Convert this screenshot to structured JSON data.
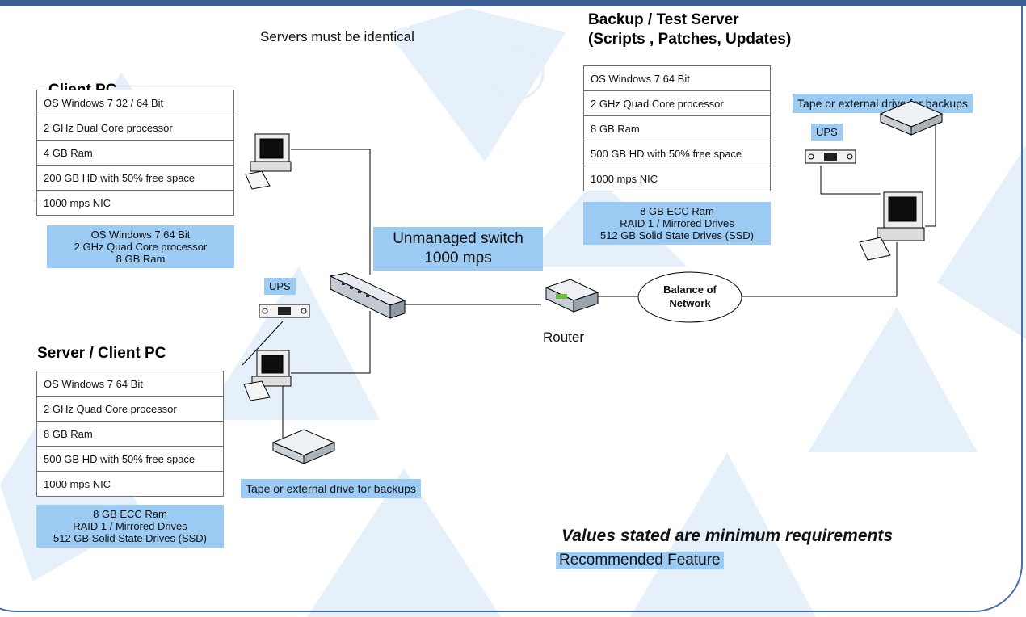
{
  "title_note": "Servers must be identical",
  "client_pc": {
    "heading": "Client PC",
    "specs": [
      "OS Windows 7 32 / 64 Bit",
      "2 GHz Dual Core processor",
      "4 GB Ram",
      "200 GB HD with 50% free space",
      "1000 mps NIC"
    ],
    "recommended": [
      "OS Windows 7 64 Bit",
      "2 GHz Quad Core processor",
      "8 GB Ram"
    ]
  },
  "server_client_pc": {
    "heading": "Server / Client PC",
    "specs": [
      "OS Windows 7 64 Bit",
      "2 GHz Quad Core processor",
      "8 GB Ram",
      "500 GB HD with 50% free space",
      "1000 mps NIC"
    ],
    "recommended": [
      "8 GB ECC Ram",
      "RAID 1 / Mirrored Drives",
      "512 GB Solid State Drives (SSD)"
    ]
  },
  "backup_server": {
    "heading_line1": "Backup / Test Server",
    "heading_line2": "(Scripts , Patches, Updates)",
    "specs": [
      "OS Windows 7 64 Bit",
      "2 GHz Quad Core processor",
      "8 GB Ram",
      "500 GB HD with 50% free space",
      "1000 mps NIC"
    ],
    "recommended": [
      "8 GB ECC Ram",
      "RAID 1 / Mirrored Drives",
      "512 GB Solid State Drives (SSD)"
    ]
  },
  "switch_label": [
    "Unmanaged switch",
    "1000 mps"
  ],
  "router_label": "Router",
  "network_label": [
    "Balance of",
    "Network"
  ],
  "ups_label": "UPS",
  "tape_label": "Tape or external drive for backups",
  "footer": {
    "note": "Values stated are minimum requirements",
    "legend": "Recommended Feature"
  },
  "colors": {
    "recommended_fill": "#9ccbf4",
    "frame": "#4a6fa8",
    "watermark": "#e3effb"
  }
}
